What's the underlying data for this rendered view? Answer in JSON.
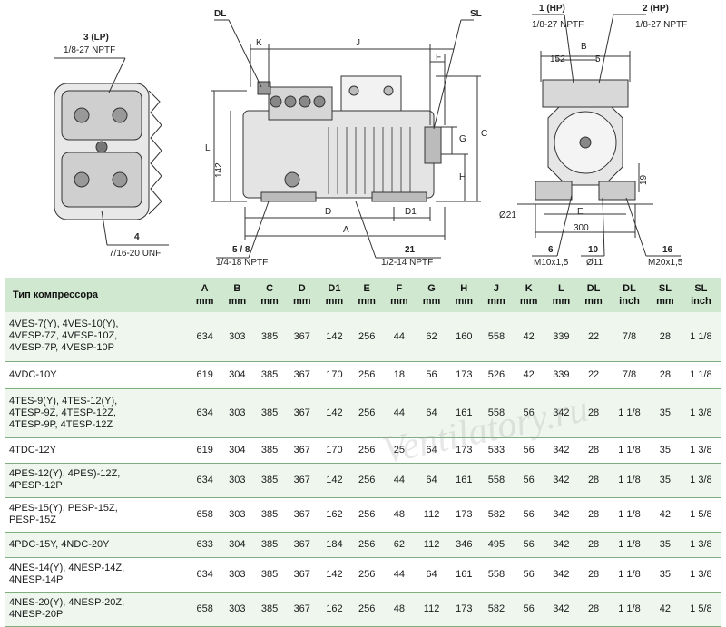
{
  "drawing": {
    "callouts": {
      "lp": {
        "id": "3 (LP)",
        "spec": "1/8-27 NPTF"
      },
      "p4": {
        "id": "4",
        "spec": "7/16-20 UNF"
      },
      "p58": {
        "id": "5 / 8",
        "spec": "1/4-18 NPTF"
      },
      "p21": {
        "id": "21",
        "spec": "1/2-14 NPTF"
      },
      "hp1": {
        "id": "1 (HP)",
        "spec": "1/8-27 NPTF"
      },
      "hp2": {
        "id": "2 (HP)",
        "spec": "1/8-27 NPTF"
      },
      "p6": {
        "id": "6",
        "spec": "M10x1,5"
      },
      "p10": {
        "id": "10",
        "spec": "Ø11"
      },
      "p16": {
        "id": "16",
        "spec": "M20x1,5"
      }
    },
    "dims": {
      "dl": "DL",
      "sl": "SL",
      "k": "K",
      "j": "J",
      "f": "F",
      "g": "G",
      "c": "C",
      "h": "H",
      "l": "L",
      "d142": "142",
      "d": "D",
      "d1": "D1",
      "a": "A",
      "b": "B",
      "d152": "152",
      "d5": "5",
      "d19": "19",
      "d21": "Ø21",
      "e": "E",
      "d300": "300"
    }
  },
  "table": {
    "headers": [
      {
        "name": "Тип компрессора",
        "unit": ""
      },
      {
        "name": "A",
        "unit": "mm"
      },
      {
        "name": "B",
        "unit": "mm"
      },
      {
        "name": "C",
        "unit": "mm"
      },
      {
        "name": "D",
        "unit": "mm"
      },
      {
        "name": "D1",
        "unit": "mm"
      },
      {
        "name": "E",
        "unit": "mm"
      },
      {
        "name": "F",
        "unit": "mm"
      },
      {
        "name": "G",
        "unit": "mm"
      },
      {
        "name": "H",
        "unit": "mm"
      },
      {
        "name": "J",
        "unit": "mm"
      },
      {
        "name": "K",
        "unit": "mm"
      },
      {
        "name": "L",
        "unit": "mm"
      },
      {
        "name": "DL",
        "unit": "mm"
      },
      {
        "name": "DL",
        "unit": "inch"
      },
      {
        "name": "SL",
        "unit": "mm"
      },
      {
        "name": "SL",
        "unit": "inch"
      }
    ],
    "rows": [
      {
        "model": [
          "4VES-7(Y), 4VES-10(Y),",
          "4VESP-7Z, 4VESP-10Z,",
          "4VESP-7P, 4VESP-10P"
        ],
        "values": [
          "634",
          "303",
          "385",
          "367",
          "142",
          "256",
          "44",
          "62",
          "160",
          "558",
          "42",
          "339",
          "22",
          "7/8",
          "28",
          "1 1/8"
        ]
      },
      {
        "model": [
          "4VDC-10Y"
        ],
        "values": [
          "619",
          "304",
          "385",
          "367",
          "170",
          "256",
          "18",
          "56",
          "173",
          "526",
          "42",
          "339",
          "22",
          "7/8",
          "28",
          "1 1/8"
        ]
      },
      {
        "model": [
          "4TES-9(Y), 4TES-12(Y),",
          "4TESP-9Z, 4TESP-12Z,",
          "4TESP-9P, 4TESP-12Z"
        ],
        "values": [
          "634",
          "303",
          "385",
          "367",
          "142",
          "256",
          "44",
          "64",
          "161",
          "558",
          "56",
          "342",
          "28",
          "1 1/8",
          "35",
          "1 3/8"
        ]
      },
      {
        "model": [
          "4TDC-12Y"
        ],
        "values": [
          "619",
          "304",
          "385",
          "367",
          "170",
          "256",
          "25",
          "64",
          "173",
          "533",
          "56",
          "342",
          "28",
          "1 1/8",
          "35",
          "1 3/8"
        ]
      },
      {
        "model": [
          "4PES-12(Y), 4PES)-12Z,",
          "4PESP-12P"
        ],
        "values": [
          "634",
          "303",
          "385",
          "367",
          "142",
          "256",
          "44",
          "64",
          "161",
          "558",
          "56",
          "342",
          "28",
          "1 1/8",
          "35",
          "1 3/8"
        ]
      },
      {
        "model": [
          "4PES-15(Y), PESP-15Z,",
          "PESP-15Z"
        ],
        "values": [
          "658",
          "303",
          "385",
          "367",
          "162",
          "256",
          "48",
          "112",
          "173",
          "582",
          "56",
          "342",
          "28",
          "1 1/8",
          "42",
          "1 5/8"
        ]
      },
      {
        "model": [
          "4PDC-15Y, 4NDC-20Y"
        ],
        "values": [
          "633",
          "304",
          "385",
          "367",
          "184",
          "256",
          "62",
          "112",
          "346",
          "495",
          "56",
          "342",
          "28",
          "1 1/8",
          "35",
          "1 3/8"
        ]
      },
      {
        "model": [
          "4NES-14(Y), 4NESP-14Z,",
          "4NESP-14P"
        ],
        "values": [
          "634",
          "303",
          "385",
          "367",
          "142",
          "256",
          "44",
          "64",
          "161",
          "558",
          "56",
          "342",
          "28",
          "1 1/8",
          "35",
          "1 3/8"
        ]
      },
      {
        "model": [
          "4NES-20(Y), 4NESP-20Z,",
          "4NESP-20P"
        ],
        "values": [
          "658",
          "303",
          "385",
          "367",
          "162",
          "256",
          "48",
          "112",
          "173",
          "582",
          "56",
          "342",
          "28",
          "1 1/8",
          "42",
          "1 5/8"
        ]
      }
    ]
  },
  "watermark": "Ventilatory.ru"
}
